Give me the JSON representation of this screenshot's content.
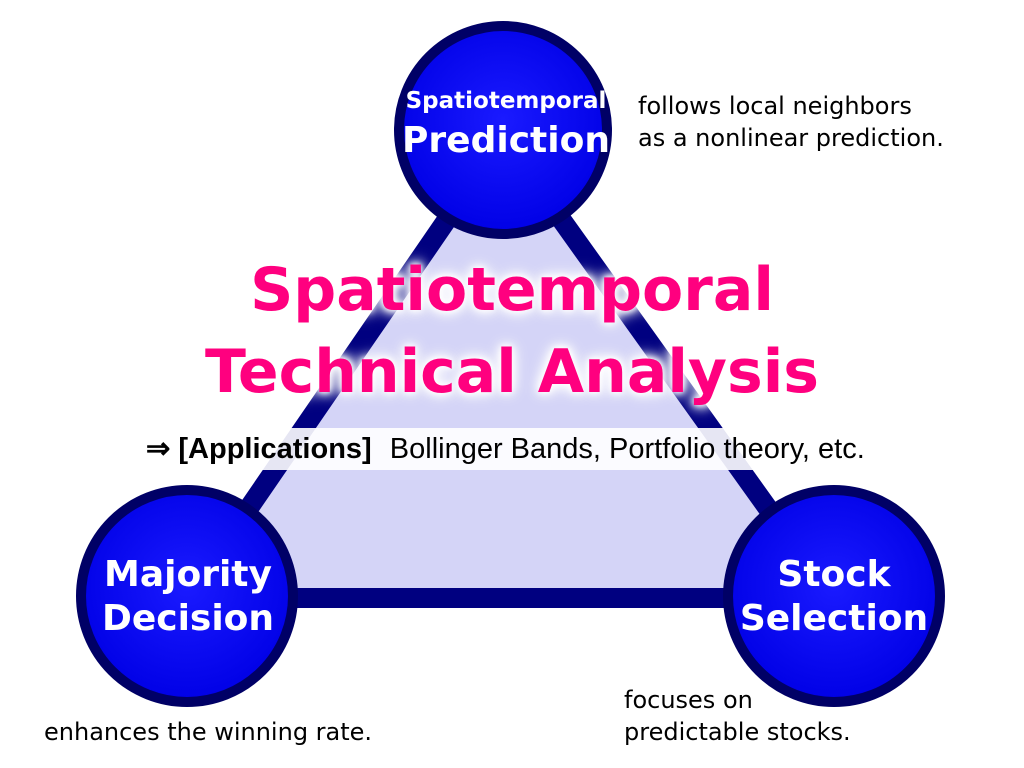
{
  "title": {
    "line1": "Spatiotemporal",
    "line2": "Technical Analysis"
  },
  "applications": {
    "arrow": "⇒",
    "label": "[Applications]",
    "text": "Bollinger Bands, Portfolio theory, etc."
  },
  "nodes": {
    "prediction": {
      "line1": "Spatiotemporal",
      "line2": "Prediction",
      "note_line1": "follows local neighbors",
      "note_line2": "as a nonlinear prediction."
    },
    "majority": {
      "line1": "Majority",
      "line2": "Decision",
      "note_line1": "enhances the winning rate."
    },
    "selection": {
      "line1": "Stock",
      "line2": "Selection",
      "note_line1": "focuses on",
      "note_line2": "predictable stocks."
    }
  },
  "colors": {
    "node_fill": "#0000ff",
    "node_stroke": "#000066",
    "triangle_fill": "#d4d4f7",
    "triangle_stroke": "#000080",
    "title": "#ff007f"
  }
}
